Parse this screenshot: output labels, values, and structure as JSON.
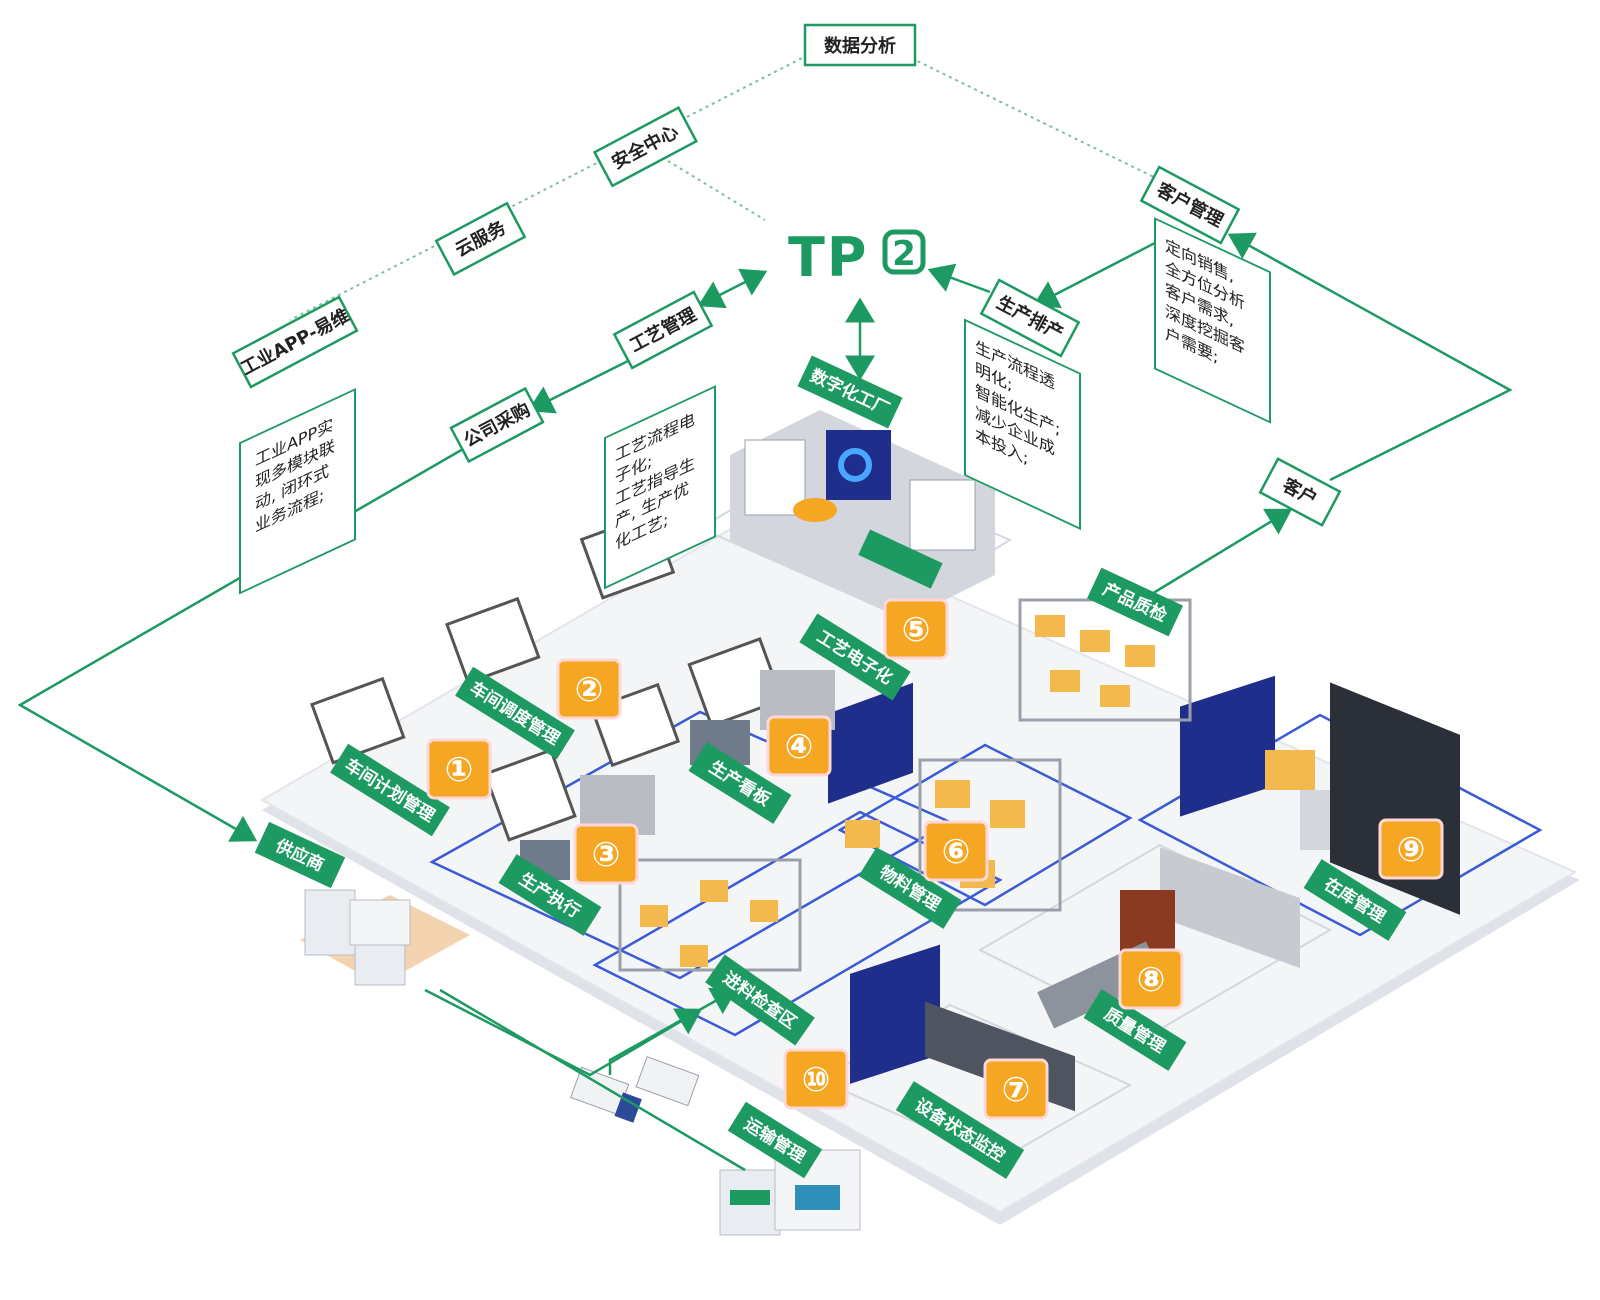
{
  "colors": {
    "green": "#1d9a62",
    "green_dark": "#137a4c",
    "blue_zone": "#3b5bd6",
    "badge_orange": "#f5a623",
    "floor": "#f4f5f7",
    "floor_edge": "#d9dce2",
    "dotted_link": "#7fbf9f"
  },
  "logo": {
    "text": "TP",
    "badge": "2"
  },
  "top_nodes": {
    "data_analysis": "数据分析",
    "security_center": "安全中心",
    "cloud_service": "云服务",
    "industrial_app": "工业APP-易维",
    "customer_mgmt": "客户管理",
    "production_schedule": "生产排产",
    "process_mgmt": "工艺管理",
    "company_purchase": "公司采购",
    "digital_factory": "数字化工厂",
    "customer": "客户",
    "product_qc": "产品质检",
    "supplier": "供应商"
  },
  "descriptions": {
    "industrial_app": [
      "工业APP实",
      "现多模块联",
      "动, 闭环式",
      "业务流程;"
    ],
    "process_mgmt": [
      "工艺流程电",
      "子化;",
      "工艺指导生",
      "产, 生产优",
      "化工艺;"
    ],
    "production_schedule": [
      "生产流程透",
      "明化;",
      "智能化生产;",
      "减少企业成",
      "本投入;"
    ],
    "customer_mgmt": [
      "定向销售,",
      "全方位分析",
      "客户需求,",
      "深度挖掘客",
      "户需要;"
    ]
  },
  "zones": [
    {
      "num": "①",
      "label": "车间计划管理"
    },
    {
      "num": "②",
      "label": "车间调度管理"
    },
    {
      "num": "③",
      "label": "生产执行"
    },
    {
      "num": "④",
      "label": "生产看板"
    },
    {
      "num": "⑤",
      "label": "工艺电子化"
    },
    {
      "num": "⑥",
      "label": "物料管理"
    },
    {
      "num": "⑦",
      "label": "设备状态监控"
    },
    {
      "num": "⑧",
      "label": "质量管理"
    },
    {
      "num": "⑨",
      "label": "在库管理"
    },
    {
      "num": "⑩",
      "label": "运输管理"
    }
  ],
  "extra_labels": {
    "incoming_inspection": "进料检查区"
  }
}
